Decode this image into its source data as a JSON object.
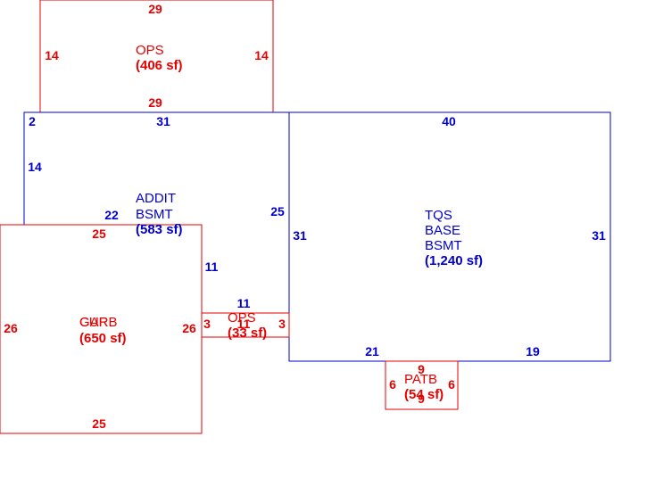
{
  "colors": {
    "red": "#e60000",
    "blue": "#0000cc"
  },
  "areas": {
    "ops_top": {
      "name": "OPS",
      "size": "(406 sf)"
    },
    "addit": {
      "name_line1": "ADDIT",
      "name_line2": "BSMT",
      "size": "(583 sf)"
    },
    "tqs": {
      "name_line1": "TQS",
      "name_line2": "BASE",
      "name_line3": "BSMT",
      "size": "(1,240 sf)"
    },
    "gar_curb": {
      "name_a": "GAR",
      "name_b": "CURB",
      "size": "(650 sf)"
    },
    "ops_small": {
      "name": "OPS",
      "size": "(33 sf)"
    },
    "patb": {
      "name": "PATB",
      "size": "(54 sf)"
    }
  },
  "dims": {
    "ops_top": {
      "top": "29",
      "bottom": "29",
      "left": "14",
      "right": "14"
    },
    "addit": {
      "corner": "2",
      "top": "31",
      "left": "14",
      "step": "22",
      "right": "25",
      "inner_right": "11",
      "bottom": "11"
    },
    "tqs": {
      "top": "40",
      "left": "31",
      "right": "31",
      "bottom_left": "21",
      "bottom_right": "19"
    },
    "gar": {
      "top": "25",
      "left": "26",
      "right": "26",
      "bottom": "25"
    },
    "ops_small": {
      "left": "3",
      "right": "3",
      "bottom": "11"
    },
    "patb": {
      "top": "9",
      "bottom": "9",
      "left": "6",
      "right": "6"
    }
  }
}
